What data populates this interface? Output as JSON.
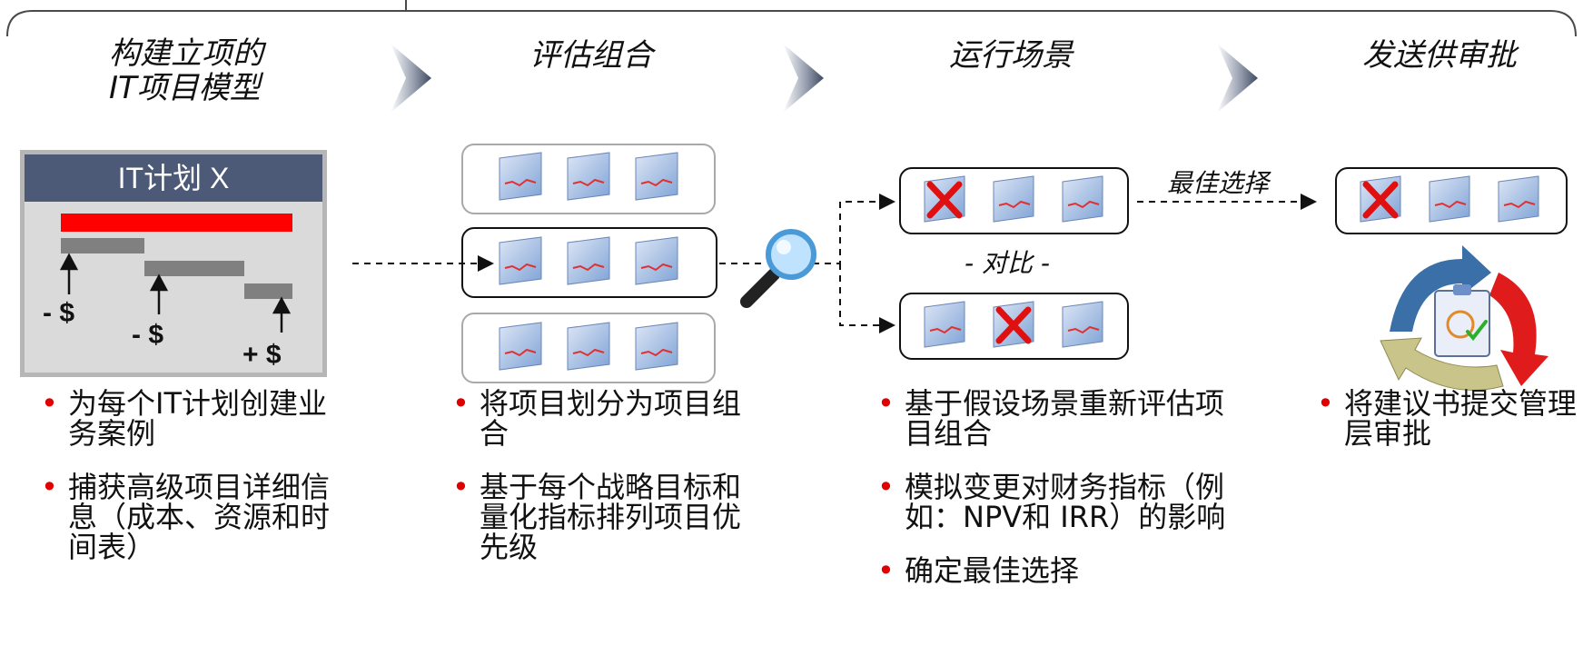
{
  "steps": [
    {
      "title_line1": "构建立项的",
      "title_line2": "IT项目模型"
    },
    {
      "title_line1": "评估组合"
    },
    {
      "title_line1": "运行场景"
    },
    {
      "title_line1": "发送供审批"
    }
  ],
  "plan": {
    "header": "IT计划 X",
    "cost_labels": [
      "- $",
      "- $",
      "+ $"
    ]
  },
  "scenarios": {
    "best_choice": "最佳选择",
    "compare": "- 对比 -"
  },
  "bullets": {
    "col1": [
      "为每个IT计划创建业务案例",
      "捕获高级项目详细信息（成本、资源和时间表）"
    ],
    "col2": [
      "将项目划分为项目组合",
      "基于每个战略目标和量化指标排列项目优先级"
    ],
    "col3": [
      "基于假设场景重新评估项目组合",
      "模拟变更对财务指标（例如：NPV和 IRR）的影响",
      "确定最佳选择"
    ],
    "col4": [
      "将建议书提交管理层审批"
    ]
  },
  "colors": {
    "header_bar": "#4c5a78",
    "red_bar": "#ff0000",
    "gray_bar": "#808080",
    "bullet": "#e00000",
    "chevron": "#5b6579"
  },
  "icons": {
    "chevron": "chevron-right-icon",
    "project": "project-chart-icon",
    "reject": "red-x-icon",
    "magnifier": "magnifier-icon",
    "approval": "approval-cycle-icon"
  }
}
